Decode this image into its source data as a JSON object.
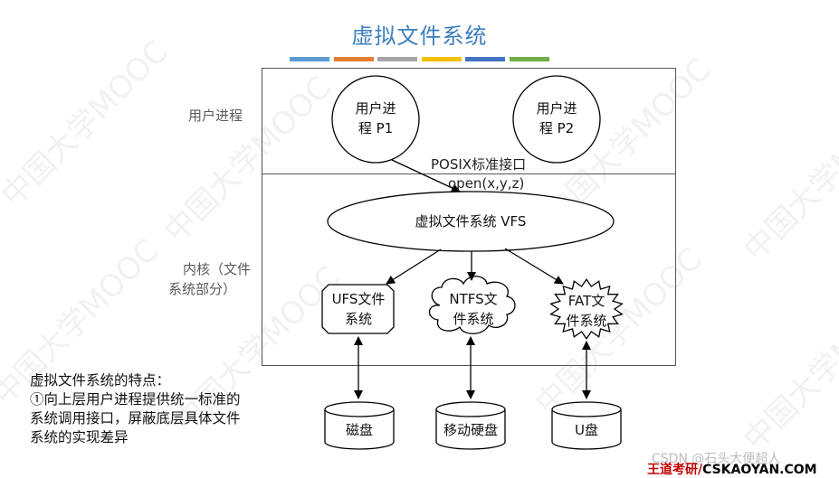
{
  "title": "虚拟文件系统",
  "strip_colors": [
    "#5a9bd4",
    "#e87e35",
    "#a5a5a5",
    "#f5c000",
    "#4472c4",
    "#70ad47"
  ],
  "labels": {
    "user_process": "用户进程",
    "kernel_line1": "内核（文件",
    "kernel_line2": "系统部分）",
    "posix": "POSIX标准接口",
    "open_call": "open(x,y,z)"
  },
  "nodes": {
    "p1_line1": "用户进",
    "p1_line2": "程 P1",
    "p2_line1": "用户进",
    "p2_line2": "程 P2",
    "vfs": "虚拟文件系统 VFS",
    "ufs_line1": "UFS文件",
    "ufs_line2": "系统",
    "ntfs_line1": "NTFS文",
    "ntfs_line2": "件系统",
    "fat_line1": "FAT文",
    "fat_line2": "件系统",
    "disk": "磁盘",
    "mobile_disk": "移动硬盘",
    "u_disk": "U盘"
  },
  "note": {
    "line1": "虚拟文件系统的特点：",
    "line2": "①向上层用户进程提供统一标准的",
    "line3": "系统调用接口，屏蔽底层具体文件",
    "line4": "系统的实现差异"
  },
  "footer": {
    "csdn": "CSDN @石头大便超人",
    "brand_prefix": "王道考研/",
    "brand_site": "CSKAOYAN.COM",
    "brand_color": "#c00000"
  },
  "watermark": "中国大学MOOC"
}
